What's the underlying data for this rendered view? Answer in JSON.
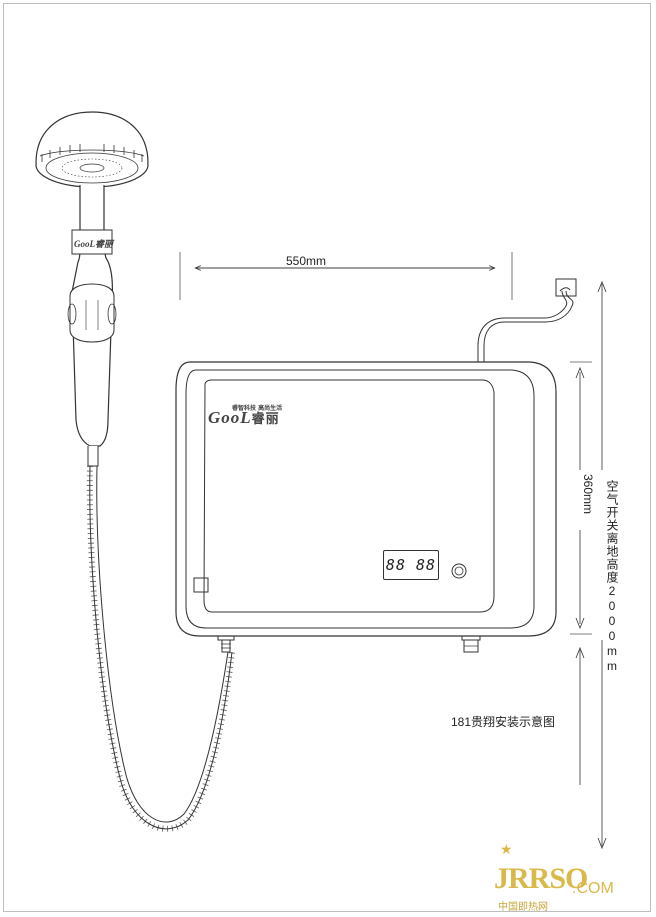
{
  "dimensions": {
    "width_label": "550mm",
    "height_label": "360mm",
    "switch_height_label": "空气开关离地高度2000mm"
  },
  "caption": "181贵翔安装示意图",
  "heater": {
    "brand": "GooL",
    "brand_cn": "睿丽",
    "slogan": "睿智科技 高尚生活",
    "display_text": "88 88"
  },
  "shower": {
    "handle_logo": "GooL睿丽"
  },
  "watermark": {
    "text": "JRRSO",
    "domain": ".COM",
    "cn": "中国即热网",
    "star": "★"
  },
  "colors": {
    "line": "#333333",
    "watermark": "#d9b94a"
  }
}
